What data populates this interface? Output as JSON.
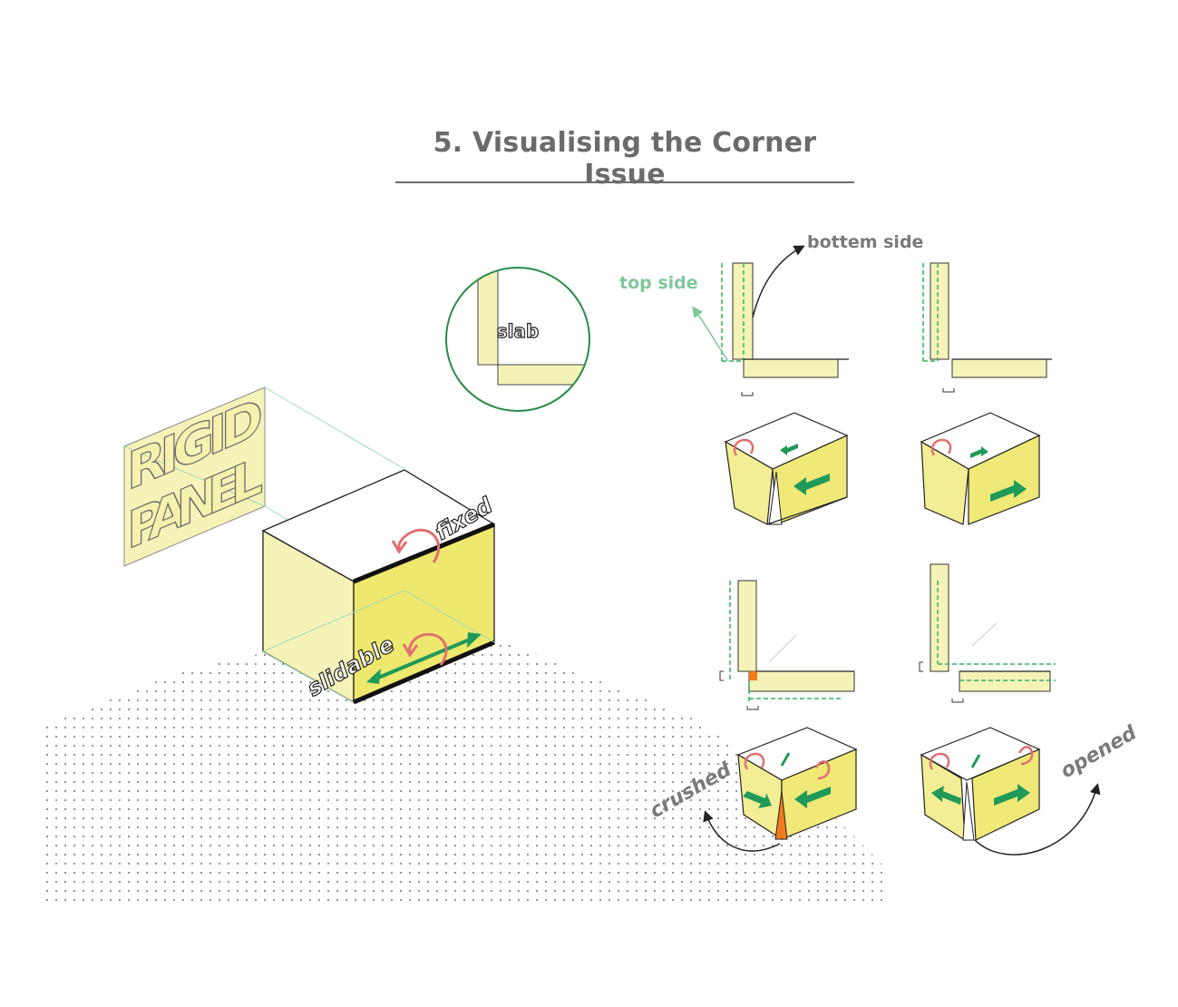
{
  "title": "5. Visualising the Corner Issue",
  "labels": {
    "panel_line1": "RIGID",
    "panel_line2": "PANEL",
    "fixed": "fixed",
    "slidable": "slidable",
    "slab": "slab",
    "top_side": "top side",
    "bottom_side": "bottem side",
    "crushed": "crushed",
    "opened": "opened"
  },
  "colors": {
    "yellow_light": "#f6f3b8",
    "yellow_mid": "#f3ee95",
    "yellow_strong": "#ede56a",
    "green_arrow": "#1f9a58",
    "red_arrow": "#e07070",
    "green_dash": "#2fb35f",
    "orange": "#f07a1e",
    "title_grey": "#6b6b6b"
  },
  "icons": [
    "rotate-arrow-icon",
    "double-arrow-icon",
    "move-arrow-icon",
    "curved-pointer-icon"
  ]
}
